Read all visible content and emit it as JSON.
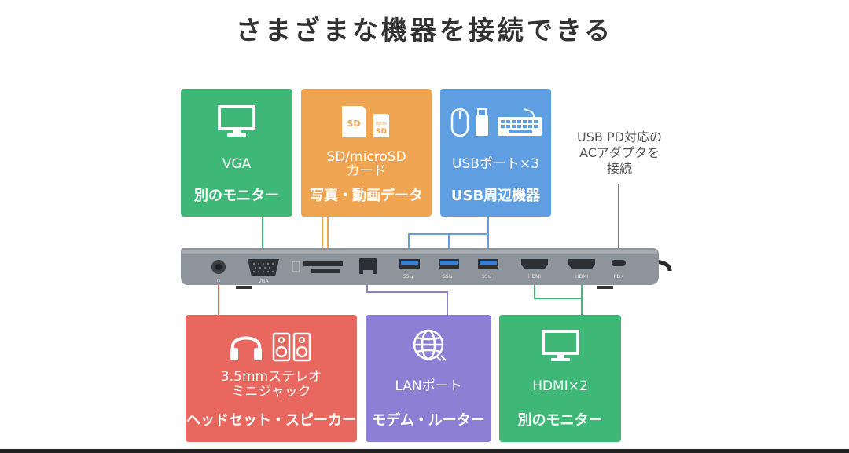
{
  "title": "さまざまな機器を接続できる",
  "boxes": {
    "vga": {
      "line1": "VGA",
      "line2": "別のモニター"
    },
    "sd": {
      "line1a": "SD/microSD",
      "line1b": "カード",
      "line2": "写真・動画データ",
      "sd_label": "SD",
      "micro_label": "micro",
      "micro_sd_label": "SD"
    },
    "usb": {
      "line1": "USBポート×3",
      "line2": "USB周辺機器"
    },
    "audio": {
      "line1a": "3.5mmステレオ",
      "line1b": "ミニジャック",
      "line2": "ヘッドセット・スピーカー"
    },
    "lan": {
      "line1": "LANポート",
      "line2": "モデム・ルーター"
    },
    "hdmi": {
      "line1": "HDMI×2",
      "line2": "別のモニター"
    }
  },
  "pd_note": [
    "USB PD対応の",
    "ACアダプタを",
    "接続"
  ],
  "hub_labels": {
    "vga": "VGA",
    "pd": "PD⚡",
    "hdmi1": "HDMI",
    "hdmi2": "HDMI",
    "usb": "SS⇆"
  },
  "colors": {
    "green": "#3fb877",
    "orange": "#eea451",
    "blue": "#5f9ee0",
    "red": "#e8675f",
    "purple": "#8d7fd4",
    "hub": "#8e949c"
  },
  "icons": {
    "vga": "monitor-icon",
    "sd": "sd-card-icon",
    "usb": [
      "mouse-icon",
      "usb-stick-icon",
      "keyboard-icon"
    ],
    "audio": [
      "headphones-icon",
      "speaker-icon"
    ],
    "lan": "globe-icon",
    "hdmi": "monitor-icon"
  }
}
